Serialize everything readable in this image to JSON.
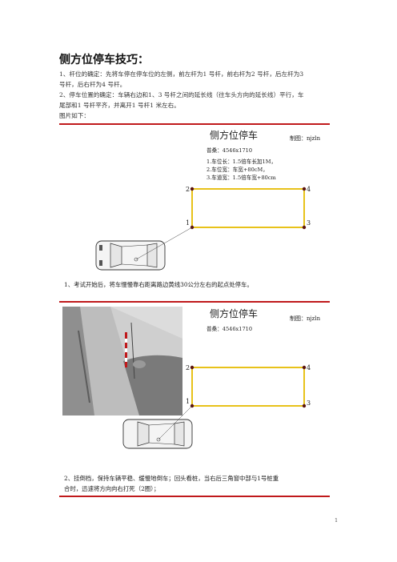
{
  "doc": {
    "title": "侧方位停车技巧：",
    "para1_line1": "1、杆位的确定：先将车停在停车位的左侧，前左杆为1  号杆，前右杆为2  号杆，后左杆为3",
    "para1_line2": "号杆，后右杆为4  号杆。",
    "para2_line1": "2、停车位置的确定：车辆右边和1、3  号杆之间的延长线（往车头方向的延长线）平行，车",
    "para2_line2": "尾部和1  号杆平齐，并离开1  号杆1  米左右。",
    "figure_intro": "图片如下："
  },
  "panel1": {
    "heading": "侧方位停车",
    "author": "制图：njzln",
    "car_model": "普桑：4546x1710",
    "spec1": "1.车位长：1.5倍车长加1M，",
    "spec2": "2.车位宽：车宽+80cM，",
    "spec3": "3.车道宽：1.5倍车宽+80cm",
    "pole2": "2",
    "pole4": "4",
    "pole1": "1",
    "pole3": "3",
    "caption": "1、考试开始后，将车慢慢靠右距离路边黄线30公分左右的起点处停车。"
  },
  "panel2": {
    "heading": "侧方位停车",
    "author": "制图：njzln",
    "car_model": "普桑：4546x1710",
    "pole2": "2",
    "pole4": "4",
    "pole1": "1",
    "pole3": "3",
    "caption_line1": "2、挂倒档，保持车辆平稳、缓慢地倒车；回头看桩，当右后三角窗中部与1号桩重",
    "caption_line2": "合时，迅速将方向向右打死（2圈）；"
  },
  "page_number": "1",
  "colors": {
    "border_red": "#c0191b",
    "lot_yellow": "#e8c21a",
    "pole_dot": "#5a1410"
  }
}
